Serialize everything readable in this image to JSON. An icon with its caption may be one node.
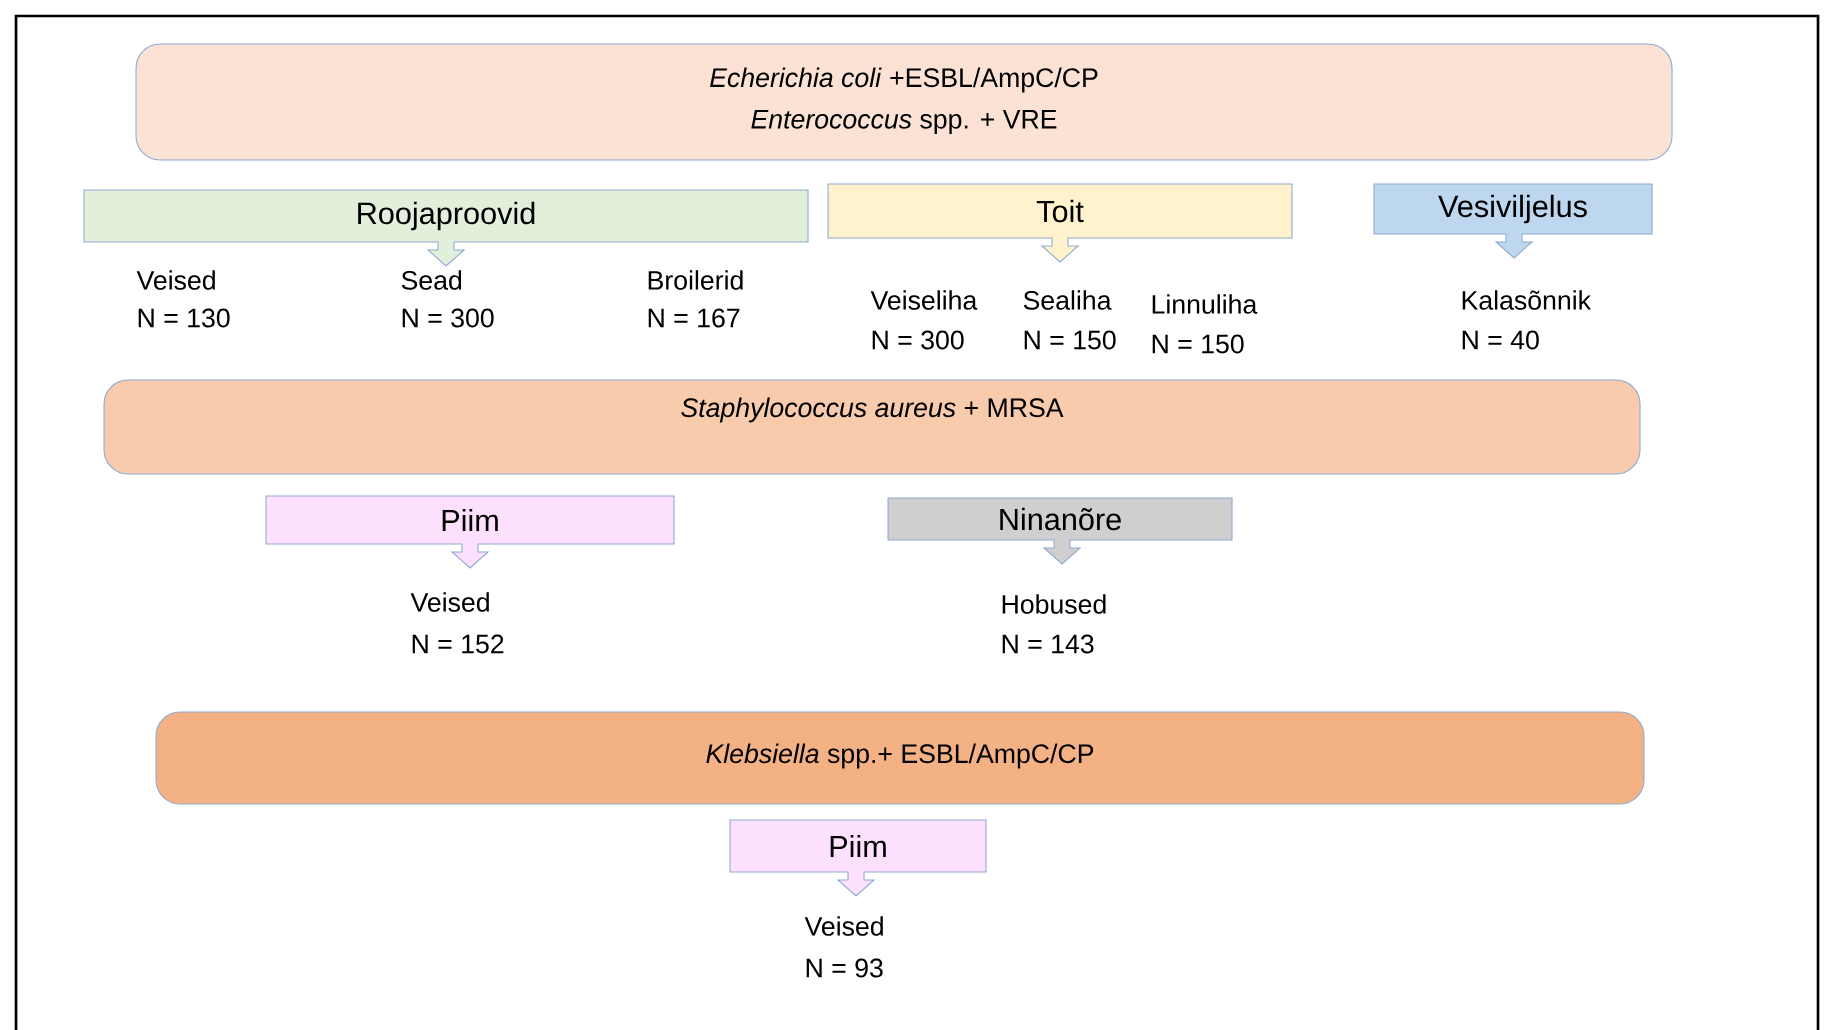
{
  "diagram": {
    "nodes": [
      {
        "text": [
          "*Echerichia coli* +ESBL/AmpC/CP",
          "*Enterococcus* spp. + VRE"
        ]
      },
      {
        "text": [
          "Roojaproovid"
        ],
        "beside": [
          "Veised",
          "N = 130",
          "Sead",
          "N = 300",
          "Broilerid",
          "N = 167"
        ]
      },
      {
        "text": [
          "Toit"
        ],
        "beside": [
          "Veiseliha",
          "N = 300",
          "Sealiha",
          "N = 150",
          "Linnuliha",
          "N = 150"
        ]
      },
      {
        "text": [
          "Vesiviljelus"
        ],
        "beside": [
          "Kalasõnnik",
          "N = 40"
        ]
      },
      {
        "text": [
          "*Staphylococcus aureus* + MRSA"
        ]
      },
      {
        "text": [
          "Piim"
        ],
        "beside": [
          "Veised",
          "N = 152"
        ]
      },
      {
        "text": [
          "Ninanõre"
        ],
        "beside": [
          "Hobused",
          "N = 143"
        ]
      },
      {
        "text": [
          "*Klebsiella* spp.+ ESBL/AmpC/CP"
        ]
      },
      {
        "text": [
          "Piim"
        ],
        "beside": [
          "Veised",
          "N = 93"
        ]
      }
    ]
  }
}
